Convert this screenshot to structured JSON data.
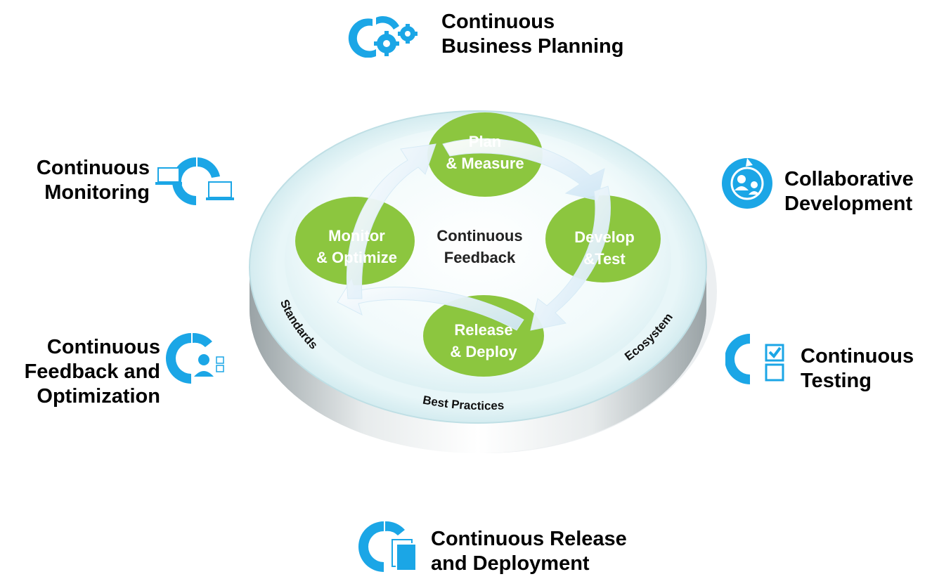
{
  "outer_labels": {
    "planning": [
      "Continuous",
      "Business Planning"
    ],
    "collaborative": [
      "Collaborative",
      "Development"
    ],
    "testing": [
      "Continuous",
      "Testing"
    ],
    "release": [
      "Continuous Release",
      "and Deployment"
    ],
    "feedback": [
      "Continuous",
      "Feedback and",
      "Optimization"
    ],
    "monitoring": [
      "Continuous",
      "Monitoring"
    ]
  },
  "cycle_nodes": {
    "plan": [
      "Plan",
      "& Measure"
    ],
    "develop": [
      "Develop",
      "&Test"
    ],
    "release": [
      "Release",
      "& Deploy"
    ],
    "monitor": [
      "Monitor",
      "& Optimize"
    ]
  },
  "center": [
    "Continuous",
    "Feedback"
  ],
  "rim_labels": {
    "left": "Standards",
    "bottom": "Best Practices",
    "right": "Ecosystem"
  },
  "colors": {
    "icon_blue": "#1ba6e6",
    "node_green": "#8cc63f",
    "platform_light": "#eaf6f8"
  }
}
